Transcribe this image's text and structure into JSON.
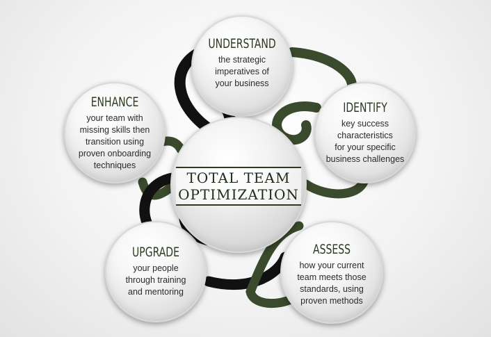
{
  "center": {
    "line1": "TOTAL TEAM",
    "line2": "OPTIMIZATION"
  },
  "nodes": {
    "understand": {
      "title": "UNDERSTAND",
      "desc": [
        "the strategic",
        "imperatives of",
        "your business"
      ]
    },
    "identify": {
      "title": "IDENTIFY",
      "desc": [
        "key success",
        "characteristics",
        "for your specific",
        "business challenges"
      ]
    },
    "enhance": {
      "title": "ENHANCE",
      "desc": [
        "your team with",
        "missing skills then",
        "transition using",
        "proven onboarding",
        "techniques"
      ]
    },
    "upgrade": {
      "title": "UPGRADE",
      "desc": [
        "your people",
        "through training",
        "and mentoring"
      ]
    },
    "assess": {
      "title": "ASSESS",
      "desc": [
        "how your current",
        "team meets those",
        "standards, using",
        "proven methods"
      ]
    }
  },
  "colors": {
    "dark_green": "#2c3a22",
    "black_band": "#111111",
    "green_band": "#3a4a2c"
  }
}
